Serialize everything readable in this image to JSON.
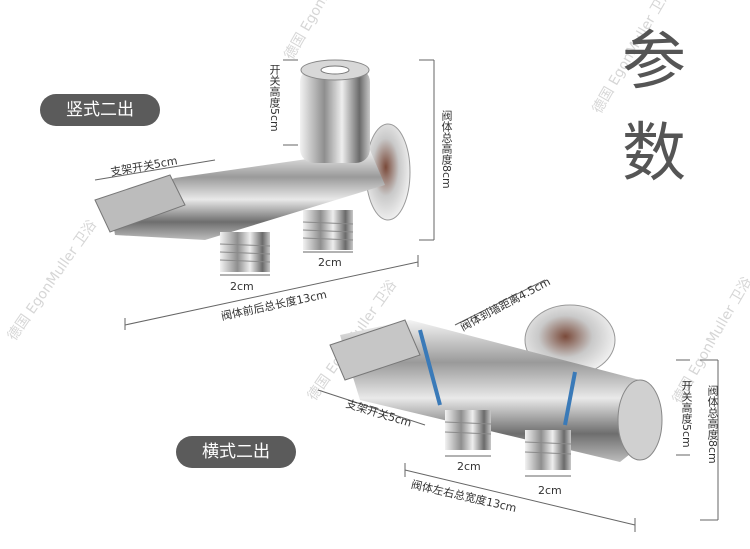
{
  "header": {
    "title_line1": "参",
    "title_line2": "数"
  },
  "vertical": {
    "label": "竖式二出",
    "switch_height": "开关高度5cm",
    "total_height": "阀体总高度8cm",
    "bracket": "支架开关5cm",
    "outlet_spacing_a": "2cm",
    "outlet_spacing_b": "2cm",
    "length": "阀体前后总长度13cm"
  },
  "horizontal": {
    "label": "横式二出",
    "wall_distance": "阀体到墙距离4.5cm",
    "bracket": "支架开关5cm",
    "outlet_spacing_a": "2cm",
    "outlet_spacing_b": "2cm",
    "width": "阀体左右总宽度13cm",
    "switch_height": "开关高度5cm",
    "total_height": "阀体总高度8cm"
  },
  "watermarks": [
    "德国 EgonMuller 卫浴",
    "德国 EgonMuller 卫浴",
    "德国 EgonMuller 卫浴",
    "德国 EgonMuller 卫浴",
    "德国 EgonMuller"
  ]
}
